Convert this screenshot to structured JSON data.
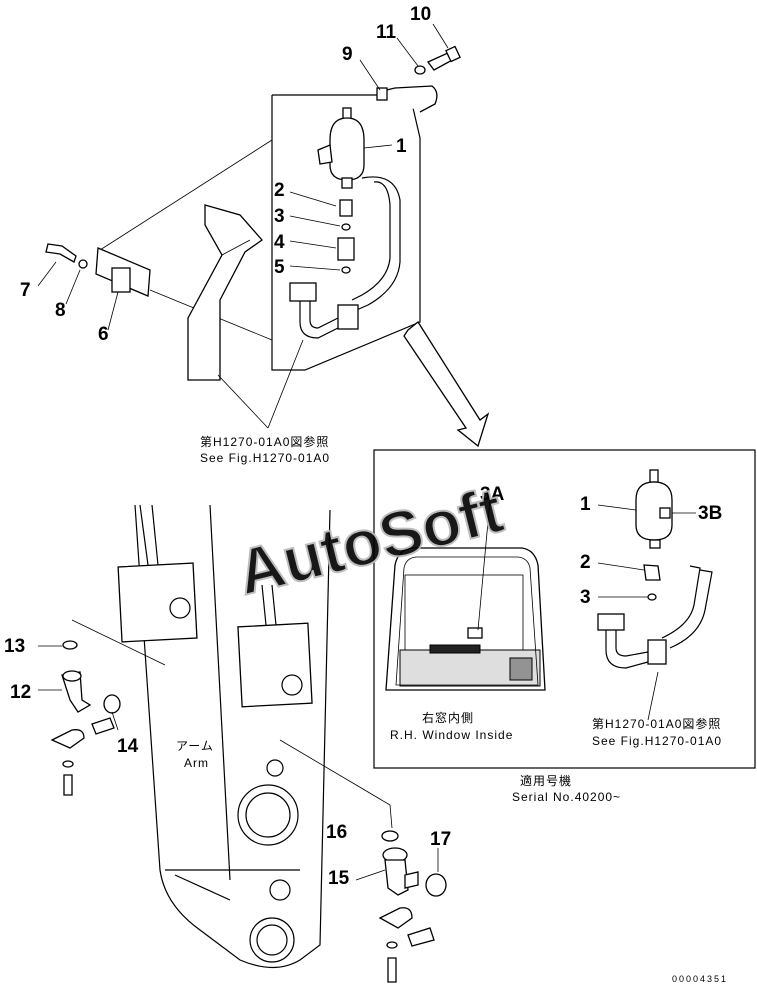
{
  "callouts": {
    "c1": "1",
    "c2": "2",
    "c3": "3",
    "c4": "4",
    "c5": "5",
    "c6": "6",
    "c7": "7",
    "c8": "8",
    "c9": "9",
    "c10": "10",
    "c11": "11",
    "c12": "12",
    "c13": "13",
    "c14": "14",
    "c15": "15",
    "c16": "16",
    "c17": "17",
    "d1": "1",
    "d2": "2",
    "d3": "3",
    "d3a": "3A",
    "d3b": "3B"
  },
  "notes": {
    "ref_top_jp": "第H1270-01A0図参照",
    "ref_top_en": "See Fig.H1270-01A0",
    "ref_detail_jp": "第H1270-01A0図参照",
    "ref_detail_en": "See Fig.H1270-01A0",
    "window_jp": "右窓内側",
    "window_en": "R.H. Window Inside",
    "arm_jp": "アーム",
    "arm_en": "Arm",
    "serial_jp": "適用号機",
    "serial_en": "Serial No.40200~"
  },
  "watermark": "AutoSoft",
  "drawing_id": "00004351"
}
